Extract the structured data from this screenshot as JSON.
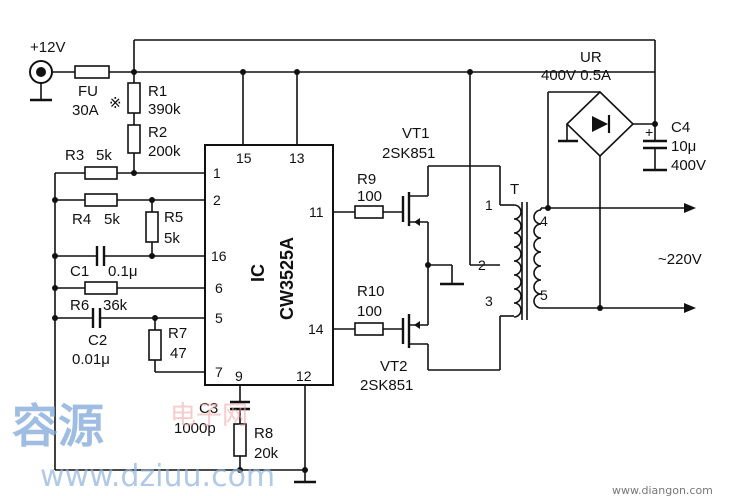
{
  "power": {
    "supply": "+12V",
    "fuse": "FU",
    "fuse_rating": "30A",
    "fuse_mark": "※"
  },
  "resistors": {
    "r1": {
      "name": "R1",
      "value": "390k"
    },
    "r2": {
      "name": "R2",
      "value": "200k"
    },
    "r3": {
      "name": "R3",
      "value": "5k"
    },
    "r4": {
      "name": "R4",
      "value": "5k"
    },
    "r5": {
      "name": "R5",
      "value": "5k"
    },
    "r6": {
      "name": "R6",
      "value": "36k"
    },
    "r7": {
      "name": "R7",
      "value": "47"
    },
    "r8": {
      "name": "R8",
      "value": "20k"
    },
    "r9": {
      "name": "R9",
      "value": "100"
    },
    "r10": {
      "name": "R10",
      "value": "100"
    }
  },
  "capacitors": {
    "c1": {
      "name": "C1",
      "value": "0.1μ"
    },
    "c2": {
      "name": "C2",
      "value": "0.01μ"
    },
    "c3": {
      "name": "C3",
      "value": "1000p"
    },
    "c4": {
      "name": "C4",
      "value": "10μ",
      "voltage": "400V"
    }
  },
  "ic": {
    "label": "IC",
    "part": "CW3525A",
    "pins": {
      "p1": "1",
      "p2": "2",
      "p16": "16",
      "p6": "6",
      "p5": "5",
      "p7": "7",
      "p9": "9",
      "p12": "12",
      "p13": "13",
      "p14": "14",
      "p15": "15",
      "p11": "11"
    }
  },
  "transistors": {
    "vt1": {
      "name": "VT1",
      "part": "2SK851"
    },
    "vt2": {
      "name": "VT2",
      "part": "2SK851"
    }
  },
  "transformer": {
    "name": "T",
    "pins": [
      "1",
      "2",
      "3",
      "4",
      "5"
    ]
  },
  "bridge": {
    "name": "UR",
    "rating": "400V 0.5A"
  },
  "output": {
    "label": "~220V"
  },
  "watermark": {
    "cn": "容源",
    "cn_small": "电子网",
    "url": "www.dziuu.com",
    "corner": "www.diangon.com"
  }
}
